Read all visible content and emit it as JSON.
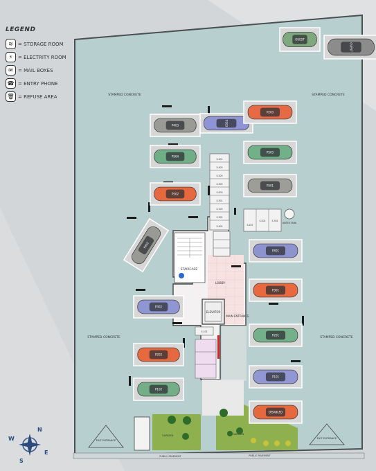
{
  "legend": {
    "title": "LEGEND",
    "items": [
      {
        "icon": "storage-icon",
        "glyph": "≋",
        "label": "= STORAGE ROOM"
      },
      {
        "icon": "lightning-icon",
        "glyph": "⚡",
        "label": "= ELECTRITY ROOM"
      },
      {
        "icon": "mail-icon",
        "glyph": "✉",
        "label": "= MAIL BOXES"
      },
      {
        "icon": "phone-icon",
        "glyph": "☎",
        "label": "= ENTRY PHONE"
      },
      {
        "icon": "trash-icon",
        "glyph": "🗑",
        "label": "= REFUSE AREA"
      }
    ]
  },
  "areas": {
    "stamped_concrete": "STAMPED CONCRETE",
    "stairs": "STAIRCASE",
    "lobby": "LOBBY",
    "elevator": "ELEVATOR",
    "main_entrance": "MAIN ENTRANCE",
    "garden": "GARDEN",
    "water_tank": "WATER TANK",
    "exit_entrance": "EXIT ENTRANCE",
    "public_pavement": "PUBLIC PAVEMENT"
  },
  "cars": [
    {
      "label": "GUEST",
      "color": "#7fa87e"
    },
    {
      "label": "GUEST",
      "color": "#8c8c8c"
    },
    {
      "label": "P103",
      "color": "#8e94d4"
    },
    {
      "label": "P203",
      "color": "#e66a45"
    },
    {
      "label": "P403",
      "color": "#9b9b96"
    },
    {
      "label": "P503",
      "color": "#72b089"
    },
    {
      "label": "P504",
      "color": "#6fae87"
    },
    {
      "label": "P501",
      "color": "#9d9e98"
    },
    {
      "label": "P502",
      "color": "#e6683f"
    },
    {
      "label": "P402",
      "color": "#9a9a95"
    },
    {
      "label": "P401",
      "color": "#8d93cf"
    },
    {
      "label": "P302",
      "color": "#8f96d2"
    },
    {
      "label": "P301",
      "color": "#e8693f"
    },
    {
      "label": "P202",
      "color": "#e6683f"
    },
    {
      "label": "P201",
      "color": "#74b08a"
    },
    {
      "label": "P102",
      "color": "#74ae88"
    },
    {
      "label": "P101",
      "color": "#9097d2"
    },
    {
      "label": "DISABLED",
      "color": "#e6683f"
    }
  ],
  "storage_left": [
    "S.401",
    "S.403",
    "S.203",
    "S.303",
    "S.503",
    "S.301",
    "S.103",
    "S.302",
    "S.402"
  ],
  "storage_right": [
    "S.201",
    "S.202",
    "S.302"
  ],
  "storage_bottom": [
    "S.102"
  ],
  "compass": {
    "n": "N",
    "e": "E",
    "s": "S",
    "w": "W"
  },
  "colors": {
    "paving": "#b7cfce",
    "building": "#f2f2f2",
    "grass": "#8fb04f",
    "accent": "#d9232a"
  }
}
